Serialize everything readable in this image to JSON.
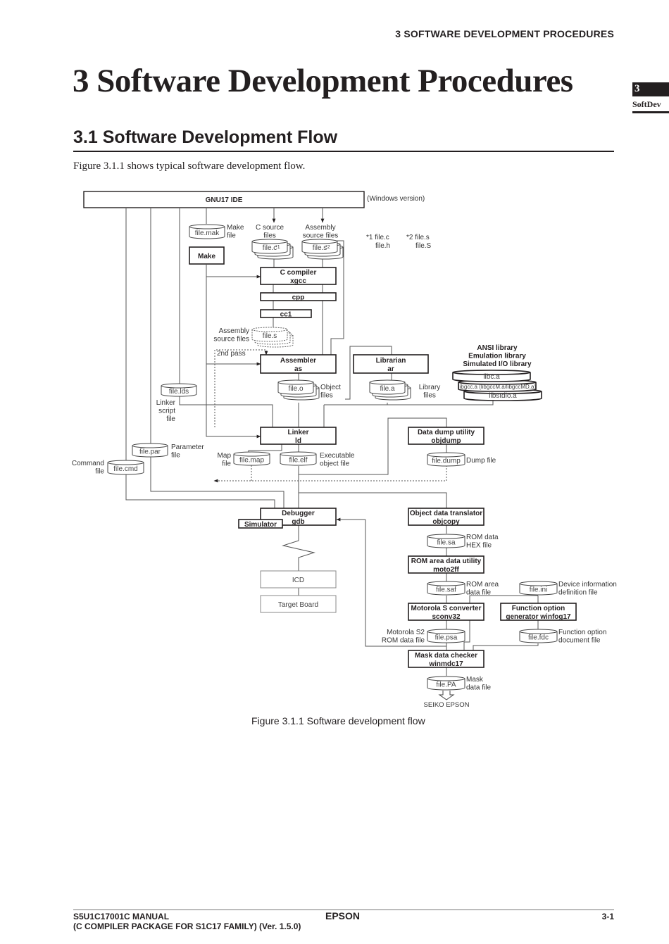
{
  "header": {
    "running_head": "3  SOFTWARE DEVELOPMENT PROCEDURES",
    "chapter_title": "3  Software Development Procedures",
    "side_tab_number": "3",
    "side_tab_label": "SoftDev"
  },
  "section": {
    "title": "3.1  Software Development Flow",
    "intro": "Figure 3.1.1 shows typical software development flow."
  },
  "figure": {
    "caption": "Figure 3.1.1  Software development flow",
    "ide": {
      "label": "GNU17 IDE",
      "note": "(Windows version)"
    },
    "tools": {
      "make": [
        "Make"
      ],
      "c_compiler": [
        "C compiler",
        "xgcc"
      ],
      "cpp": [
        "cpp"
      ],
      "cc1": [
        "cc1"
      ],
      "assembler": [
        "Assembler",
        "as"
      ],
      "librarian": [
        "Librarian",
        "ar"
      ],
      "linker": [
        "Linker",
        "ld"
      ],
      "objdump": [
        "Data dump utility",
        "objdump"
      ],
      "debugger": [
        "Debugger",
        "gdb"
      ],
      "simulator": [
        "Simulator"
      ],
      "icd": [
        "ICD"
      ],
      "target_board": [
        "Target Board"
      ],
      "objcopy": [
        "Object data translator",
        "objcopy"
      ],
      "moto2ff": [
        "ROM area data utility",
        "moto2ff"
      ],
      "sconv32": [
        "Motorola S converter",
        "sconv32"
      ],
      "winfog17": [
        "Function option",
        "generator winfog17"
      ],
      "winmdc17": [
        "Mask data checker",
        "winmdc17"
      ]
    },
    "files": {
      "mak": {
        "name": "file.mak",
        "desc": [
          "Make",
          "file"
        ]
      },
      "c": {
        "name": "file.c",
        "mark": "*1",
        "desc": [
          "C source",
          "files"
        ]
      },
      "s": {
        "name": "file.s",
        "mark": "*2",
        "desc": [
          "Assembly",
          "source files"
        ]
      },
      "s_intermediate": {
        "name": "file.s",
        "desc": [
          "Assembly",
          "source files"
        ]
      },
      "o": {
        "name": "file.o",
        "desc": [
          "Object",
          "files"
        ]
      },
      "a": {
        "name": "file.a",
        "desc": [
          "Library",
          "files"
        ]
      },
      "lds": {
        "name": "file.lds",
        "desc": [
          "Linker",
          "script",
          "file"
        ]
      },
      "par": {
        "name": "file.par",
        "desc": [
          "Parameter",
          "file"
        ]
      },
      "cmd": {
        "name": "file.cmd",
        "desc": [
          "Command",
          "file"
        ]
      },
      "map": {
        "name": "file.map",
        "desc": [
          "Map",
          "file"
        ]
      },
      "elf": {
        "name": "file.elf",
        "desc": [
          "Executable",
          "object file"
        ]
      },
      "dump": {
        "name": "file.dump",
        "desc": [
          "Dump file"
        ]
      },
      "sa": {
        "name": "file.sa",
        "desc": [
          "ROM data",
          "HEX file"
        ]
      },
      "saf": {
        "name": "file.saf",
        "desc": [
          "ROM area",
          "data file"
        ]
      },
      "ini": {
        "name": "file.ini",
        "desc": [
          "Device information",
          "definition file"
        ]
      },
      "psa": {
        "name": "file.psa",
        "desc": [
          "Motorola S2",
          "ROM data file"
        ]
      },
      "fdc": {
        "name": "file.fdc",
        "desc": [
          "Function option",
          "document file"
        ]
      },
      "pa": {
        "name": "file.PA",
        "desc": [
          "Mask",
          "data file"
        ]
      }
    },
    "libraries": {
      "title": [
        "ANSI library",
        "Emulation library",
        "Simulated I/O library"
      ],
      "items": [
        "libc.a",
        "libgcc.a (libgccM.a/libgccMD.a)",
        "libstdio.a"
      ]
    },
    "notes": {
      "n1": [
        "*1 file.c",
        "file.h"
      ],
      "n2": [
        "*2 file.s",
        "file.S"
      ]
    },
    "second_pass": "2nd pass",
    "destination": "SEIKO EPSON"
  },
  "footer": {
    "manual_line1": "S5U1C17001C MANUAL",
    "manual_line2": "(C COMPILER PACKAGE FOR S1C17 FAMILY) (Ver. 1.5.0)",
    "brand": "EPSON",
    "page": "3-1"
  }
}
